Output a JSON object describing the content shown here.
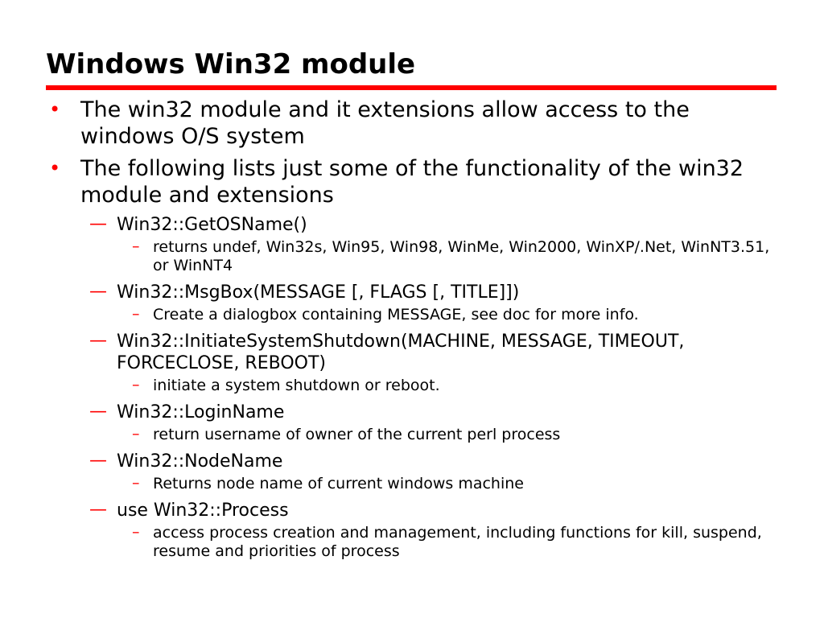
{
  "slide": {
    "title": "Windows Win32 module",
    "items": [
      {
        "level": 1,
        "marker": "•",
        "text": "The win32 module and it extensions allow access to the windows O/S system"
      },
      {
        "level": 1,
        "marker": "•",
        "text": "The following lists just some of the functionality of the win32 module and extensions"
      },
      {
        "level": 2,
        "marker": "—",
        "text": "Win32::GetOSName()"
      },
      {
        "level": 3,
        "marker": "–",
        "text": "returns undef, Win32s, Win95, Win98, WinMe, Win2000, WinXP/.Net, WinNT3.51, or WinNT4"
      },
      {
        "level": 2,
        "marker": "—",
        "text": "Win32::MsgBox(MESSAGE [, FLAGS [, TITLE]])"
      },
      {
        "level": 3,
        "marker": "–",
        "text": "Create a dialogbox containing MESSAGE, see doc for more info."
      },
      {
        "level": 2,
        "marker": "—",
        "text": "Win32::InitiateSystemShutdown(MACHINE, MESSAGE, TIMEOUT, FORCECLOSE, REBOOT)"
      },
      {
        "level": 3,
        "marker": "–",
        "text": "initiate a system shutdown or reboot."
      },
      {
        "level": 2,
        "marker": "—",
        "text": "Win32::LoginName"
      },
      {
        "level": 3,
        "marker": "–",
        "text": "return username of owner of the current perl process"
      },
      {
        "level": 2,
        "marker": "—",
        "text": "Win32::NodeName"
      },
      {
        "level": 3,
        "marker": "–",
        "text": "Returns node name of current windows machine"
      },
      {
        "level": 2,
        "marker": "—",
        "text": "use Win32::Process"
      },
      {
        "level": 3,
        "marker": "–",
        "text": "access process creation and management, including functions for kill, suspend, resume and priorities of process"
      }
    ]
  },
  "colors": {
    "accent": "#ff0000",
    "text": "#000000",
    "background": "#ffffff"
  }
}
